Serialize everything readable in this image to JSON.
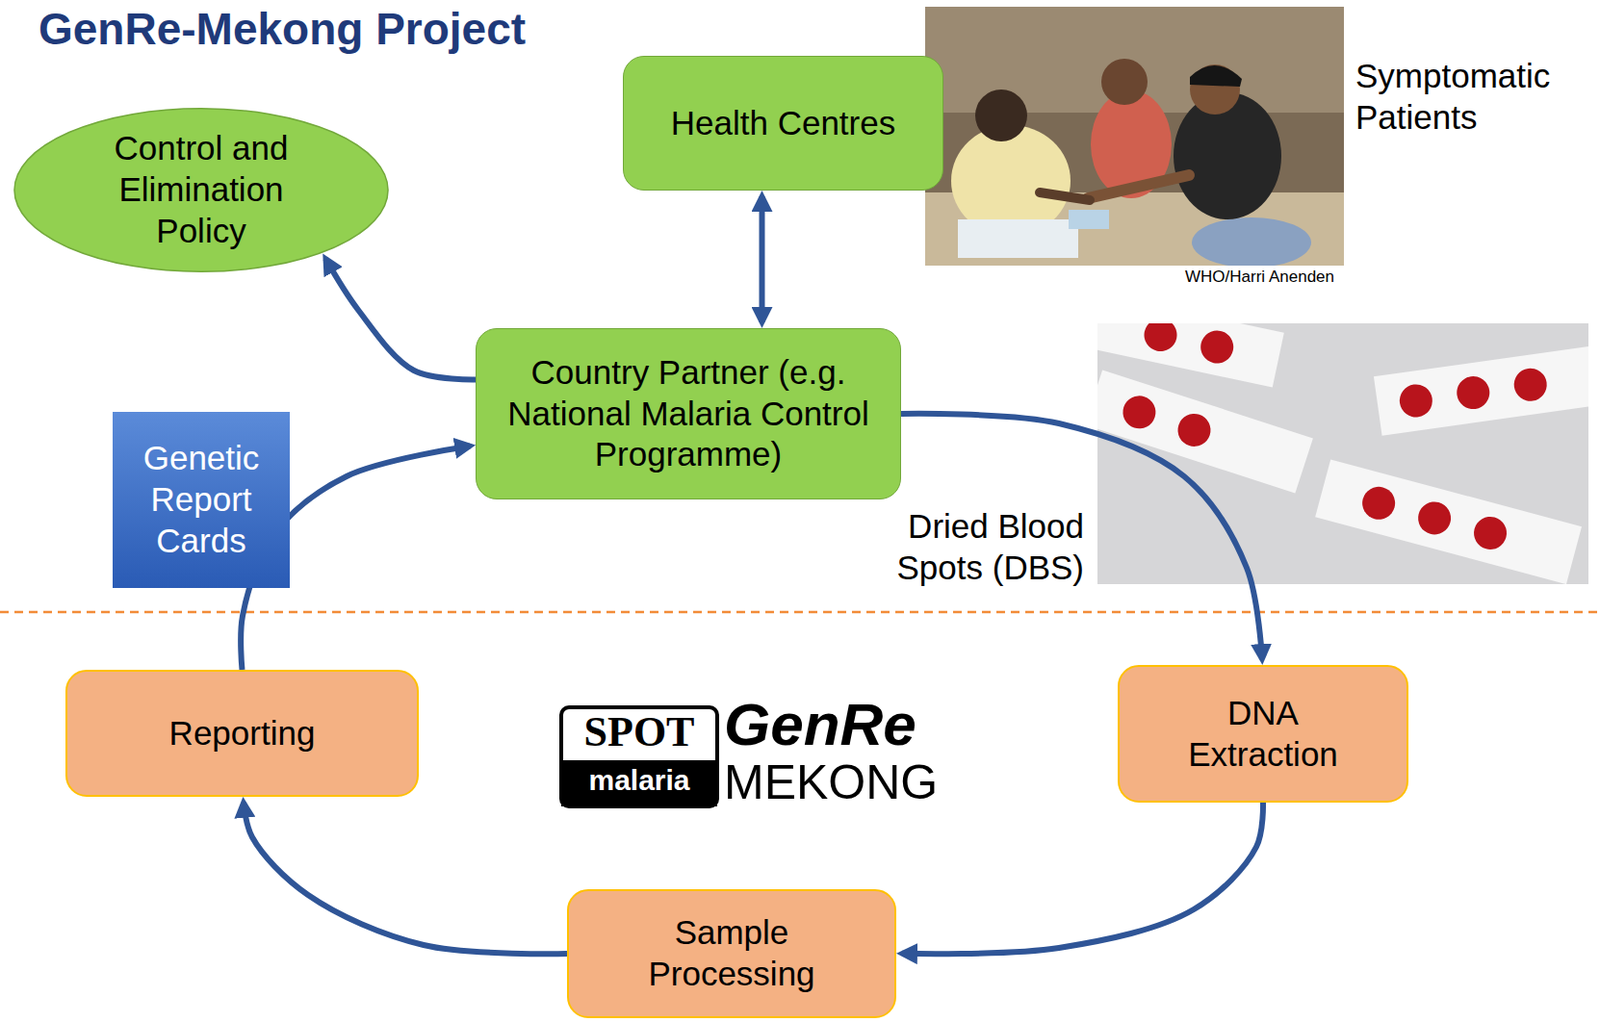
{
  "diagram": {
    "title": "GenRe-Mekong Project",
    "nodes": [
      {
        "text": [
          "Health Centres"
        ]
      },
      {
        "text": [
          "Control and Elimination Policy"
        ]
      },
      {
        "text": [
          "Country Partner (e.g. National Malaria Control Programme)"
        ]
      },
      {
        "text": [
          "Genetic Report Cards"
        ]
      },
      {
        "text": [
          "Reporting"
        ]
      },
      {
        "text": [
          "DNA Extraction"
        ]
      },
      {
        "text": [
          "Sample Processing"
        ]
      }
    ],
    "edges": [
      {
        "from": 0,
        "to": 2,
        "arrow": "both"
      },
      {
        "from": 2,
        "to": 1,
        "arrow": "to"
      },
      {
        "from": 2,
        "to": 5,
        "arrow": "to"
      },
      {
        "from": 5,
        "to": 6,
        "arrow": "to"
      },
      {
        "from": 6,
        "to": 4,
        "arrow": "to"
      },
      {
        "from": 4,
        "to": 2,
        "arrow": "to"
      }
    ],
    "labels": [
      "Symptomatic Patients",
      "WHO/Harri Anenden",
      "Dried Blood Spots (DBS)",
      "SPOT",
      "malaria",
      "GenRe",
      "MEKONG"
    ]
  }
}
